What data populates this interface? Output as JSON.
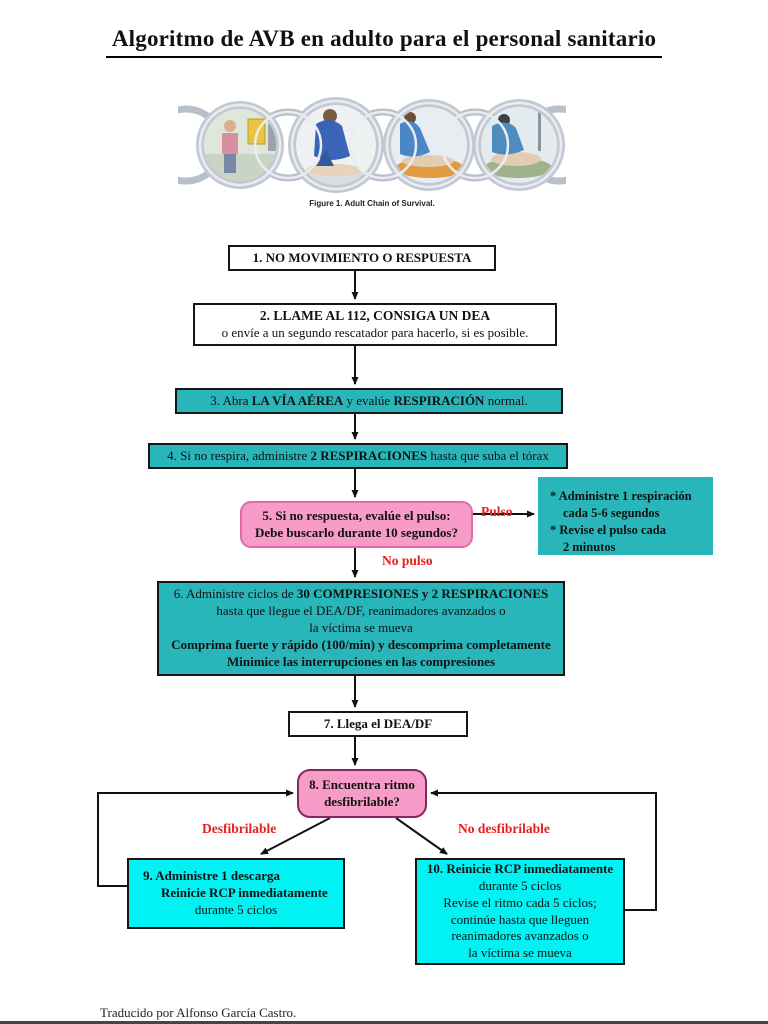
{
  "header": {
    "title": "Algoritmo de AVB en adulto para el personal sanitario"
  },
  "figure": {
    "caption": "Figure 1. Adult Chain of Survival."
  },
  "steps": {
    "s1": {
      "text": "1. NO MOVIMIENTO O RESPUESTA"
    },
    "s2": {
      "title": "2. LLAME AL 112, CONSIGA UN DEA",
      "subtitle": "o envíe a un segundo rescatador para hacerlo, si es posible."
    },
    "s3": {
      "seg1": "3. Abra ",
      "seg2": "LA VÍA AÉREA",
      "seg3": " y evalúe ",
      "seg4": "RESPIRACIÓN",
      "seg5": " normal."
    },
    "s4": {
      "seg1": "4. Si no respira, administre ",
      "seg2": "2 RESPIRACIONES",
      "seg3": " hasta que suba el tórax"
    },
    "s5": {
      "line1": "5. Si no respuesta, evalúe el pulso:",
      "line2": "Debe buscarlo durante 10 segundos?"
    },
    "s6": {
      "l1a": "6. Administre ciclos de ",
      "l1b": "30 COMPRESIONES y 2 RESPIRACIONES",
      "l2": "hasta que llegue el DEA/DF, reanimadores avanzados o",
      "l3": "la víctima se mueva",
      "l4": "Comprima fuerte y rápido (100/min) y descomprima completamente",
      "l5": "Minimice las interrupciones en las compresiones"
    },
    "s7": {
      "text": "7. Llega el DEA/DF"
    },
    "s8": {
      "line1": "8. Encuentra ritmo",
      "line2": "desfibrilable?"
    },
    "s9": {
      "line1": "9. Administre 1 descarga",
      "line2": "Reinicie RCP inmediatamente",
      "line3": "durante 5 ciclos"
    },
    "s10": {
      "line1": "10. Reinicie RCP inmediatamente",
      "line2": "durante 5 ciclos",
      "line3": "Revise el ritmo cada 5 ciclos;",
      "line4": "continúe hasta que lleguen",
      "line5": "reanimadores avanzados o",
      "line6": "la víctima se mueva"
    }
  },
  "sidenote": {
    "line1": "* Administre 1 respiración",
    "line2": "cada 5-6 segundos",
    "line3": "* Revise el pulso cada",
    "line4": "2 minutos"
  },
  "labels": {
    "pulse": "Pulso",
    "no_pulse": "No pulso",
    "shockable": "Desfibrilable",
    "not_shockable": "No desfibrilable"
  },
  "footer": {
    "credit": "Traducido por Alfonso García Castro."
  },
  "colors": {
    "teal": "#29b6ba",
    "cyan": "#00f2f2",
    "pink": "#f79cc8",
    "pink-border": "#e06ba8",
    "pink-border-dark": "#86275f",
    "red": "#e81e1e"
  }
}
